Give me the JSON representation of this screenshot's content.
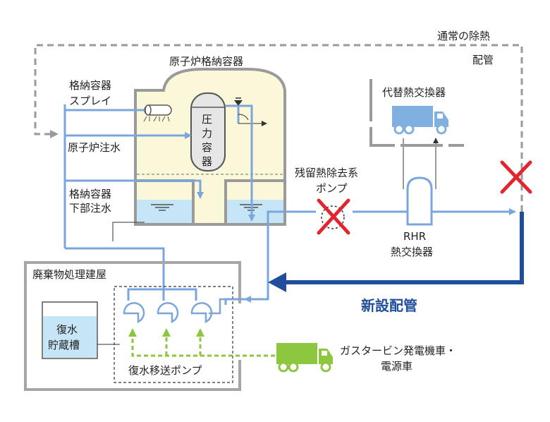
{
  "colors": {
    "pipe": "#7aa6dc",
    "new_pipe": "#1f4e9c",
    "water": "#c6e5f6",
    "containment": "#fbf8da",
    "gray": "#9a9a9a",
    "building": "#a6a6a6",
    "truck_green": "#8dc63f",
    "truck_blue": "#7fb0e0",
    "cross_red": "#e2262f"
  },
  "labels": {
    "normal_heat_removal": "通常の除熱",
    "piping": "配管",
    "containment_vessel": "原子炉格納容器",
    "containment_spray": [
      "格納容器",
      "スプレイ"
    ],
    "reactor_injection": "原子炉注水",
    "pressure_vessel": [
      "圧",
      "力",
      "容",
      "器"
    ],
    "lower_injection": [
      "格納容器",
      "下部注水"
    ],
    "alternate_hx": "代替熱交換器",
    "rhr_pump": [
      "残留熱除去系",
      "ポンプ"
    ],
    "rhr_hx": [
      "RHR",
      "熱交換器"
    ],
    "new_piping": "新設配管",
    "waste_building": "廃棄物処理建屋",
    "condensate_tank": [
      "復水",
      "貯蔵槽"
    ],
    "condensate_pumps": "復水移送ポンプ",
    "gas_turbine": [
      "ガスタービン発電機車・",
      "電源車"
    ]
  },
  "icons": [
    "spray-header-icon",
    "cross-mark-icon",
    "pump-icon",
    "truck-icon",
    "arrow-icon"
  ]
}
